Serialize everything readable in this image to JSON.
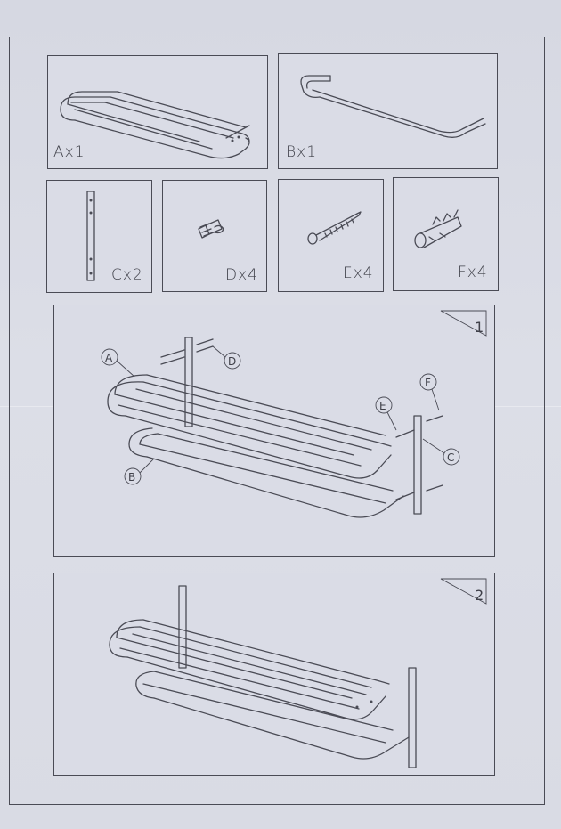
{
  "parts": [
    {
      "id": "A",
      "label": "Ax1",
      "icon": "shelf-rack-icon"
    },
    {
      "id": "B",
      "label": "Bx1",
      "icon": "towel-bar-icon"
    },
    {
      "id": "C",
      "label": "Cx2",
      "icon": "mounting-bracket-icon"
    },
    {
      "id": "D",
      "label": "Dx4",
      "icon": "bolt-icon"
    },
    {
      "id": "E",
      "label": "Ex4",
      "icon": "screw-icon"
    },
    {
      "id": "F",
      "label": "Fx4",
      "icon": "wall-anchor-icon"
    }
  ],
  "steps": [
    {
      "number": "1",
      "callouts": [
        "A",
        "B",
        "C",
        "D",
        "E",
        "F"
      ]
    },
    {
      "number": "2"
    }
  ],
  "colors": {
    "paper": "#d9dbe4",
    "ink": "#4a4b55"
  }
}
